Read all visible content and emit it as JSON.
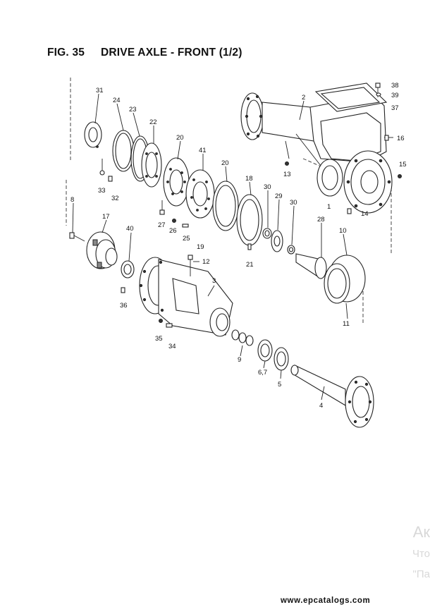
{
  "figure": {
    "number": "FIG. 35",
    "title": "DRIVE AXLE - FRONT (1/2)"
  },
  "callouts": [
    "31",
    "24",
    "23",
    "22",
    "20",
    "41",
    "20",
    "18",
    "30",
    "29",
    "30",
    "28",
    "10",
    "2",
    "38",
    "39",
    "37",
    "16",
    "15",
    "13",
    "1",
    "14",
    "33",
    "32",
    "8",
    "17",
    "40",
    "27",
    "26",
    "25",
    "19",
    "21",
    "12",
    "3",
    "36",
    "11",
    "35",
    "34",
    "9",
    "6,7",
    "5",
    "4"
  ],
  "watermark": [
    "Ак",
    "Что",
    "\"Па"
  ],
  "footer": {
    "site": "www.epcatalogs.com"
  }
}
